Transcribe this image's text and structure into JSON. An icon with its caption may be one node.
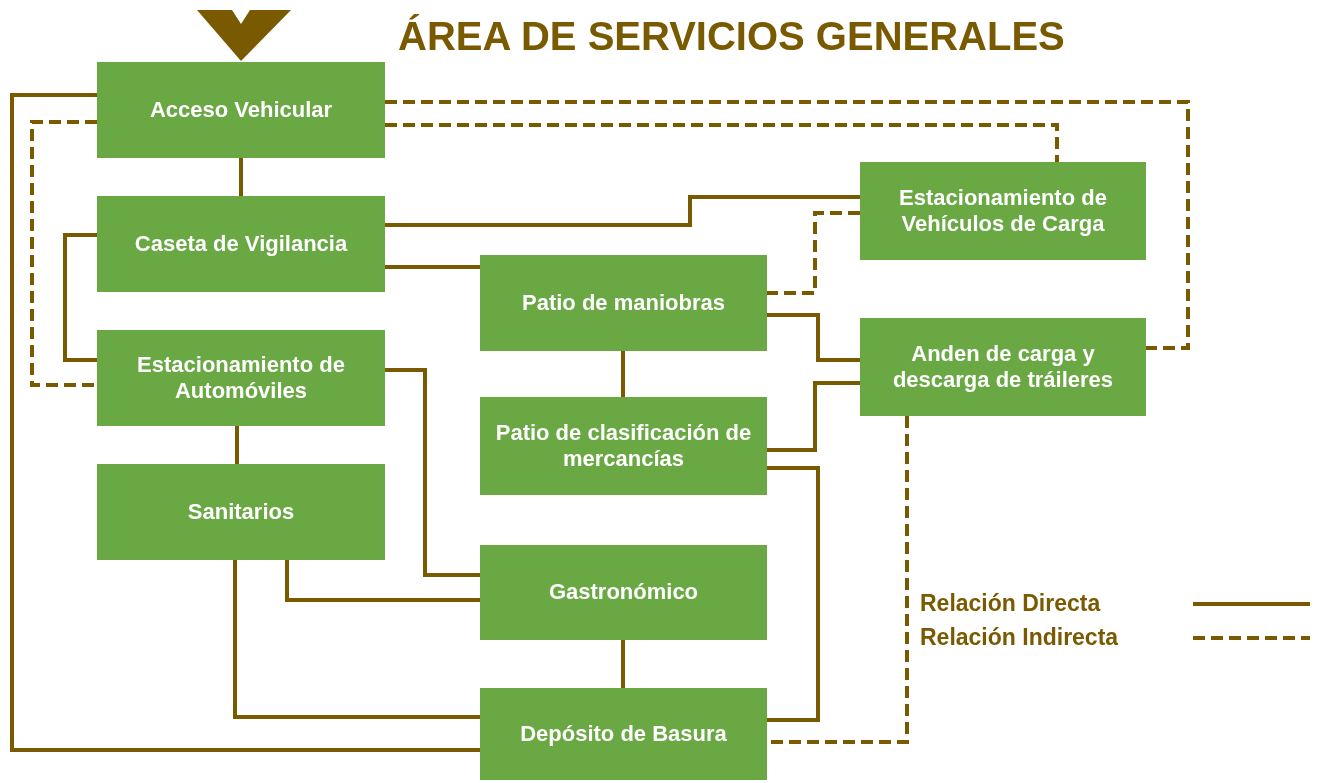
{
  "diagram": {
    "title": "ÁREA DE SERVICIOS GENERALES",
    "nodes": [
      {
        "text": [
          "Acceso Vehicular"
        ]
      },
      {
        "text": [
          "Caseta de Vigilancia"
        ]
      },
      {
        "text": [
          "Estacionamiento de Automóviles"
        ]
      },
      {
        "text": [
          "Sanitarios"
        ]
      },
      {
        "text": [
          "Patio de maniobras"
        ]
      },
      {
        "text": [
          "Patio de clasificación de mercancías"
        ]
      },
      {
        "text": [
          "Gastronómico"
        ]
      },
      {
        "text": [
          "Depósito de Basura"
        ]
      },
      {
        "text": [
          "Estacionamiento de Vehículos de Carga"
        ]
      },
      {
        "text": [
          "Anden de carga y descarga de tráileres"
        ]
      }
    ],
    "edges": [
      {
        "from": 0,
        "to": 1,
        "arrow": "none"
      },
      {
        "from": 0,
        "to": 7,
        "arrow": "none"
      },
      {
        "from": 1,
        "to": 8,
        "arrow": "none"
      },
      {
        "from": 1,
        "to": 4,
        "arrow": "none"
      },
      {
        "from": 1,
        "to": 2,
        "arrow": "none"
      },
      {
        "from": 2,
        "to": 3,
        "arrow": "none"
      },
      {
        "from": 2,
        "to": 6,
        "arrow": "none"
      },
      {
        "from": 3,
        "to": 6,
        "arrow": "none"
      },
      {
        "from": 3,
        "to": 7,
        "arrow": "none"
      },
      {
        "from": 4,
        "to": 5,
        "arrow": "none"
      },
      {
        "from": 4,
        "to": 9,
        "arrow": "none"
      },
      {
        "from": 5,
        "to": 9,
        "arrow": "none"
      },
      {
        "from": 5,
        "to": 7,
        "arrow": "none"
      },
      {
        "from": 6,
        "to": 7,
        "arrow": "none"
      },
      {
        "from": 0,
        "to": 9,
        "arrow": "none",
        "style": "dashed"
      },
      {
        "from": 0,
        "to": 8,
        "arrow": "none",
        "style": "dashed"
      },
      {
        "from": 0,
        "to": 2,
        "arrow": "none",
        "style": "dashed"
      },
      {
        "from": 8,
        "to": 4,
        "arrow": "none",
        "style": "dashed"
      },
      {
        "from": 9,
        "to": 7,
        "arrow": "none",
        "style": "dashed"
      }
    ],
    "legend": [
      {
        "text": "Relación Directa"
      },
      {
        "text": "Relación Indirecta"
      }
    ]
  }
}
